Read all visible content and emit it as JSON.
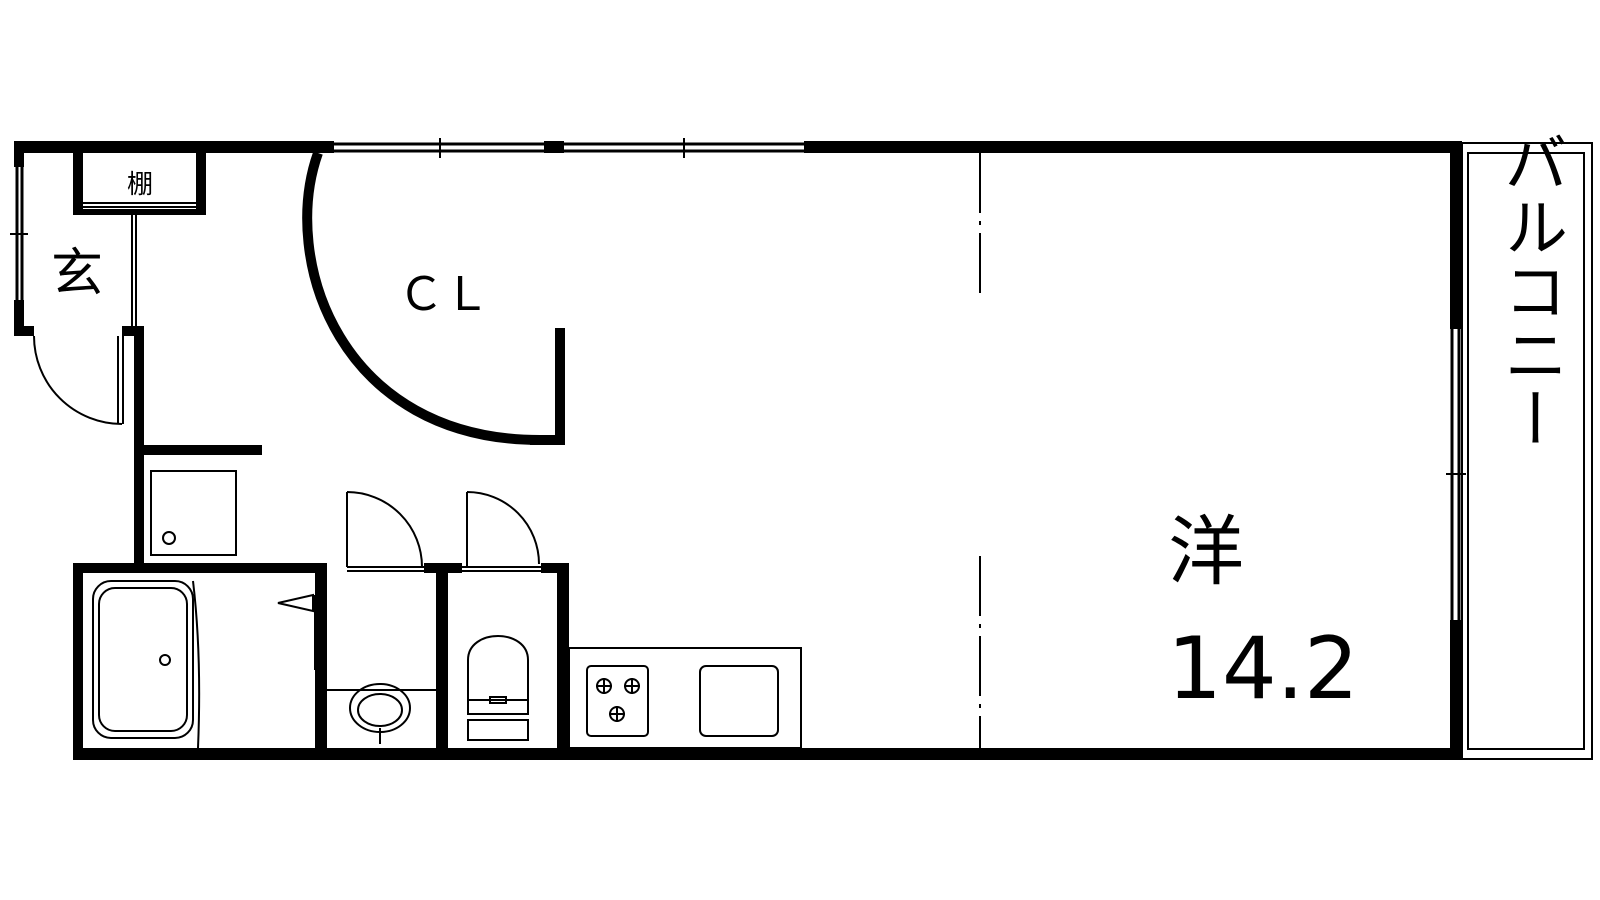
{
  "floorplan": {
    "labels": {
      "shelf": "棚",
      "entrance": "玄",
      "closet": "ＣＬ",
      "western_room": "洋",
      "room_size": "14.2",
      "balcony": "バルコニー"
    }
  }
}
